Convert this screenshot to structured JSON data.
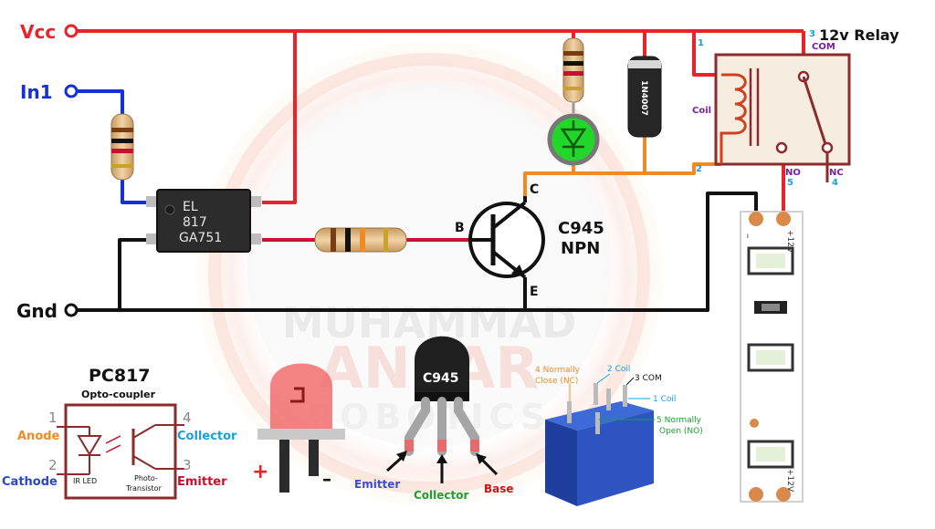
{
  "watermark": {
    "line1": "MUHAMMAD",
    "line2": "ANSAR",
    "line3": "ROBOTICS"
  },
  "rails": {
    "vcc": "Vcc",
    "in1": "In1",
    "gnd": "Gnd"
  },
  "relay": {
    "title": "12v Relay",
    "coil": "Coil",
    "com": "COM",
    "no": "NO",
    "nc": "NC",
    "pin1": "1",
    "pin2": "2",
    "pin3": "3",
    "pin4": "4",
    "pin5": "5"
  },
  "optocoupler": {
    "marking1": "EL",
    "marking2": "817",
    "marking3": "GA751"
  },
  "diode": {
    "marking": "1N4007"
  },
  "transistor": {
    "b": "B",
    "c": "C",
    "e": "E",
    "name": "C945",
    "type": "NPN"
  },
  "led_strip": {
    "pos_top": "+12V",
    "neg_top": "–",
    "pos_bottom": "+12V"
  },
  "pc817": {
    "title": "PC817",
    "subtitle": "Opto-coupler",
    "pin1": "1",
    "pin2": "2",
    "pin3": "3",
    "pin4": "4",
    "anode": "Anode",
    "cathode": "Cathode",
    "collector": "Collector",
    "emitter": "Emitter",
    "ir_led": "IR LED",
    "photo1": "Photo-",
    "photo2": "Transistor"
  },
  "led_legend": {
    "plus": "+",
    "minus": "–"
  },
  "c945_legend": {
    "marking": "C945",
    "emitter": "Emitter",
    "collector": "Collector",
    "base": "Base"
  },
  "relay_legend": {
    "nc1": "4 Normally",
    "nc2": "Close (NC)",
    "coil2": "2 Coil",
    "com": "3 COM",
    "coil1": "1 Coil",
    "no1": "5 Normally",
    "no2": "Open (NO)"
  },
  "colors": {
    "vcc": "#e8232a",
    "in1": "#1530d8",
    "gnd": "#111111",
    "orange": "#f08a24",
    "anode": "#f08a24",
    "cathode": "#2a47c8",
    "collector": "#1aa0d8",
    "emitter": "#c8102e",
    "legend_emitter": "#3a4fd0",
    "legend_collector": "#1aa031",
    "legend_base": "#d01010"
  }
}
